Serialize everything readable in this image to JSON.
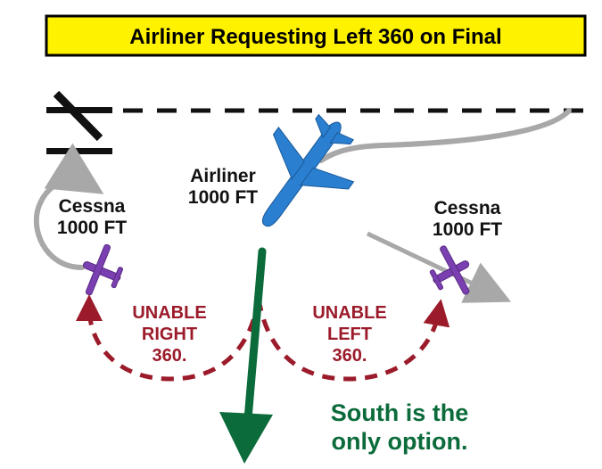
{
  "title": "Airliner Requesting Left 360 on Final",
  "airliner": {
    "name": "Airliner",
    "altitude": "1000 FT"
  },
  "cessna_left": {
    "name": "Cessna",
    "altitude": "1000 FT"
  },
  "cessna_right": {
    "name": "Cessna",
    "altitude": "1000 FT"
  },
  "unable_right": {
    "line1": "UNABLE",
    "line2": "RIGHT",
    "line3": "360."
  },
  "unable_left": {
    "line1": "UNABLE",
    "line2": "LEFT",
    "line3": "360."
  },
  "south_note": {
    "line1": "South is the",
    "line2": "only option."
  },
  "colors": {
    "title_bg": "#fff200",
    "airliner": "#2b7fd0",
    "cessna": "#7a3fb0",
    "unable": "#9b1b2a",
    "south": "#0b6b3a",
    "path_gray": "#a8a8a8"
  }
}
